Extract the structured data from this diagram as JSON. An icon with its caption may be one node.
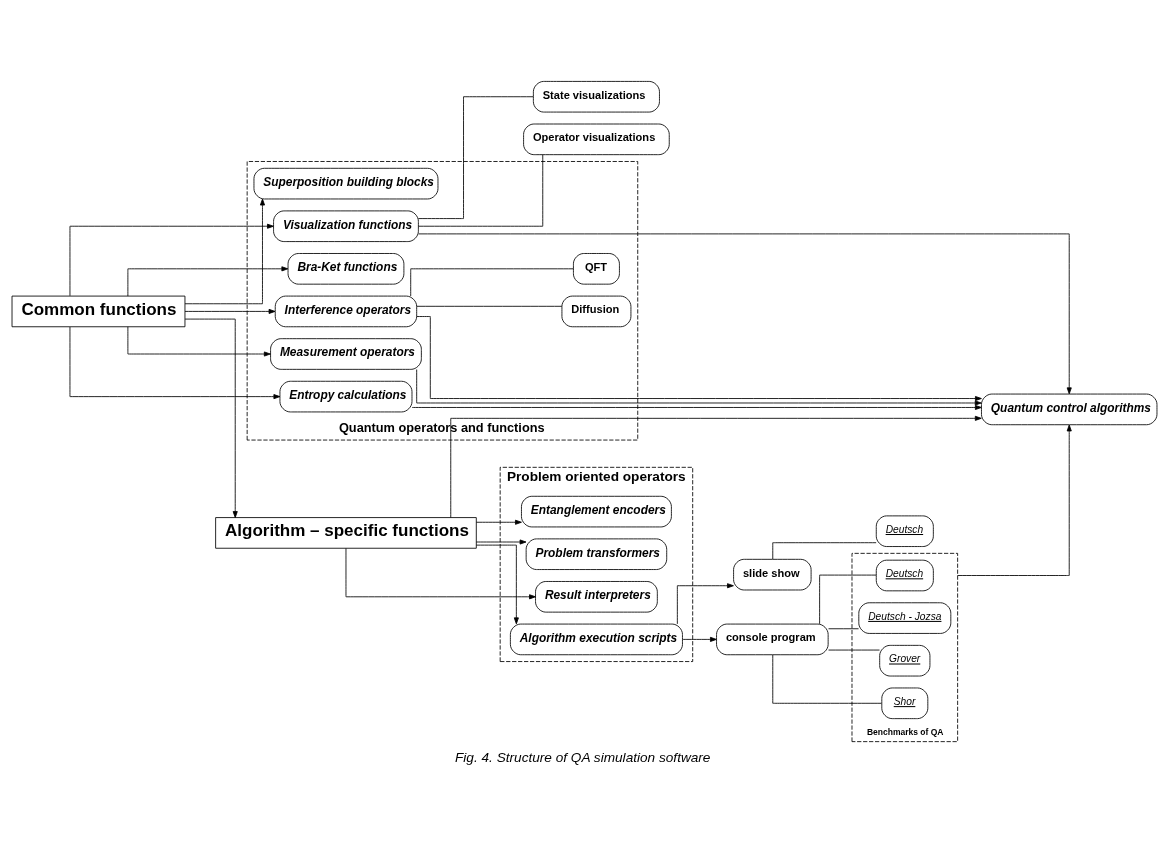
{
  "diagram": {
    "caption": "Fig. 4. Structure of QA simulation software",
    "nodes": [
      {
        "text": [
          "Common functions"
        ]
      },
      {
        "text": [
          "Algorithm – specific functions"
        ]
      },
      {
        "text": [
          "Quantum operators and functions"
        ]
      },
      {
        "text": [
          "Superposition building blocks"
        ],
        "in": 2
      },
      {
        "text": [
          "Interference operators"
        ],
        "in": 2
      },
      {
        "text": [
          "Diffusion"
        ],
        "in": 2
      },
      {
        "text": [
          "QFT"
        ],
        "in": 2
      },
      {
        "text": [
          "Bra-Ket functions"
        ],
        "in": 2
      },
      {
        "text": [
          "Measurement operators"
        ],
        "in": 2
      },
      {
        "text": [
          "Entropy calculations"
        ],
        "in": 2
      },
      {
        "text": [
          "Visualization functions"
        ],
        "in": 2
      },
      {
        "text": [
          "Problem oriented operators"
        ]
      },
      {
        "text": [
          "Entanglement encoders"
        ],
        "in": 11
      },
      {
        "text": [
          "Problem transformers"
        ],
        "in": 11
      },
      {
        "text": [
          "Result interpreters"
        ],
        "in": 11
      },
      {
        "text": [
          "Algorithm execution scripts"
        ],
        "in": 11
      },
      {
        "text": [
          "slide show"
        ]
      },
      {
        "text": [
          "Deutsch"
        ]
      },
      {
        "text": [
          "console program"
        ]
      },
      {
        "text": [
          "Benchmarks of QA"
        ]
      },
      {
        "text": [
          "Deutsch"
        ],
        "in": 19
      },
      {
        "text": [
          "Deutsch - Jozsa"
        ],
        "in": 19
      },
      {
        "text": [
          "Grover"
        ],
        "in": 19
      },
      {
        "text": [
          "Shor"
        ],
        "in": 19
      },
      {
        "text": [
          "Quantum control algorithms"
        ]
      },
      {
        "text": [
          "State visualizations"
        ]
      },
      {
        "text": [
          "Operator visualizations"
        ]
      }
    ],
    "edges": [
      {
        "from": 0,
        "to": 1,
        "arrow": "to"
      },
      {
        "from": 0,
        "to": 3,
        "arrow": "to"
      },
      {
        "from": 0,
        "to": 4,
        "arrow": "to"
      },
      {
        "from": 0,
        "to": 7,
        "arrow": "to"
      },
      {
        "from": 0,
        "to": 8,
        "arrow": "to"
      },
      {
        "from": 0,
        "to": 9,
        "arrow": "to"
      },
      {
        "from": 0,
        "to": 10,
        "arrow": "to"
      },
      {
        "from": 4,
        "to": 5,
        "arrow": "none"
      },
      {
        "from": 4,
        "to": 6,
        "arrow": "none"
      },
      {
        "from": 4,
        "to": 24,
        "arrow": "to"
      },
      {
        "from": 8,
        "to": 24,
        "arrow": "to"
      },
      {
        "from": 9,
        "to": 24,
        "arrow": "to"
      },
      {
        "from": 10,
        "to": 24,
        "arrow": "to"
      },
      {
        "from": 1,
        "to": 12,
        "arrow": "to"
      },
      {
        "from": 1,
        "to": 13,
        "arrow": "to"
      },
      {
        "from": 1,
        "to": 14,
        "arrow": "to"
      },
      {
        "from": 1,
        "to": 15,
        "arrow": "to"
      },
      {
        "from": 1,
        "to": 24,
        "arrow": "to"
      },
      {
        "from": 15,
        "to": 16,
        "arrow": "to"
      },
      {
        "from": 15,
        "to": 18,
        "arrow": "to"
      },
      {
        "from": 16,
        "to": 17,
        "arrow": "none"
      },
      {
        "from": 18,
        "to": 20,
        "arrow": "none"
      },
      {
        "from": 18,
        "to": 21,
        "arrow": "none"
      },
      {
        "from": 18,
        "to": 22,
        "arrow": "none"
      },
      {
        "from": 18,
        "to": 23,
        "arrow": "none"
      },
      {
        "from": 19,
        "to": 24,
        "arrow": "to"
      },
      {
        "from": 10,
        "to": 25,
        "arrow": "none"
      },
      {
        "from": 10,
        "to": 26,
        "arrow": "none"
      }
    ]
  }
}
